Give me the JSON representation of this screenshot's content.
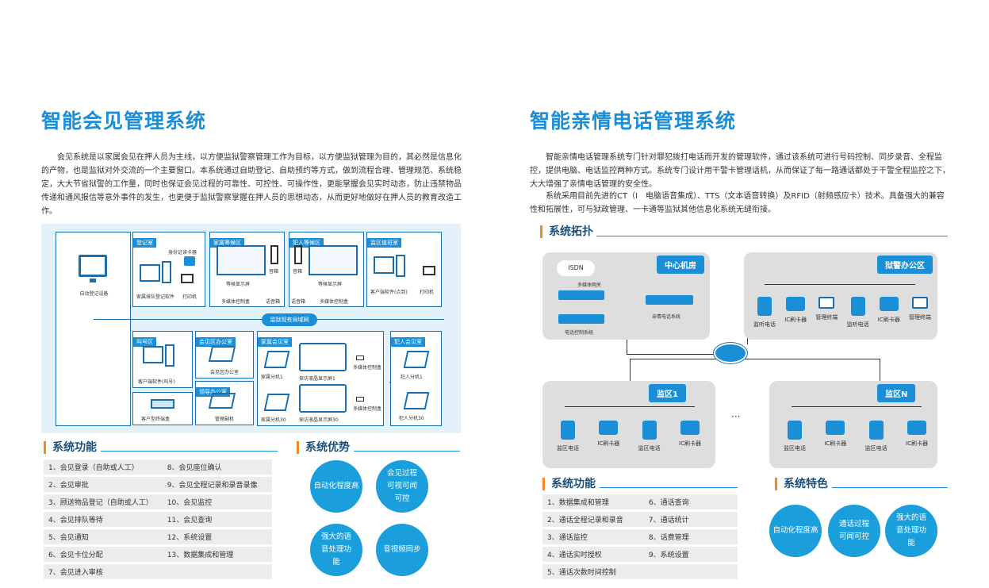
{
  "left": {
    "title": "智能会见管理系统",
    "paragraph": "会见系统是以家属会见在押人员为主线，以方便监狱警察管理工作为目标，以方便监狱管理为目的，其必然是信息化的产物，也是监狱对外交流的一个主要窗口。本系统通过自助登记、自助预约等方式，做到流程合理、管理规范、系统稳定，大大节省狱警的工作量，同时也保证会见过程的可靠性、可控性、可操作性，更能掌握会见实时动态，防止违禁物品传递和通风报信等意外事件的发生，也更便于监狱警察掌握在押人员的思想动态，从而更好地做好在押人员的教育改造工作。",
    "diagram": {
      "self_register": "自动登记设备",
      "reg_room": "登记室",
      "id_reader": "身份证读卡器",
      "queue_soft": "家属排队登记软件",
      "printer": "打印机",
      "family_wait": "家属等候区",
      "wait_screen": "等候显示屏",
      "speaker": "音箱",
      "mm_box": "多媒体控制盒",
      "speech_box": "语音箱",
      "inmate_wait": "犯人等候区",
      "supervise": "监区值班室",
      "client_soft": "客户端软件(点到)",
      "printer2": "打印机",
      "lan": "监狱现有局域网",
      "call_area": "叫号区",
      "client_call": "客户端软件(叫号)",
      "client_box": "客户型终端盒",
      "office": "会见区办公室",
      "office_pc": "会见区办公室",
      "leader_office": "领导办公室",
      "manage_pc": "管理副机",
      "family_meet": "家属会见室",
      "ext1": "家属分机1",
      "screen1": "探访液晶显示屏1",
      "ctrl1": "多媒体控制盒",
      "ext30": "家属分机30",
      "screen30": "探访液晶显示屏30",
      "ctrl30": "多媒体控制盒",
      "inmate_meet": "犯人会见室",
      "inmate1": "犯人分机1",
      "inmate30": "犯人分机30"
    },
    "functions_title": "系统功能",
    "functions": [
      [
        "1、会见登录（自助或人工）",
        "8、会见座位确认"
      ],
      [
        "2、会见审批",
        "9、会见全程记录和录音录像"
      ],
      [
        "3、顾送物品登记（自助或人工）",
        "10、会见监控"
      ],
      [
        "4、会见排队等待",
        "11、会见查询"
      ],
      [
        "5、会见通知",
        "12、系统设置"
      ],
      [
        "6、会见卡位分配",
        "13、数据集成和管理"
      ],
      [
        "7、会见进入审核",
        ""
      ]
    ],
    "advantages_title": "系统优势",
    "advantages": [
      "自动化程度高",
      "会见过程可视可闻可控",
      "强大的语音处理功能",
      "音视频同步"
    ]
  },
  "right": {
    "title": "智能亲情电话管理系统",
    "paragraph1": "智能亲情电话管理系统专门针对罪犯拨打电话而开发的管理软件，通过该系统可进行号码控制、同步录音、全程监控，提供电脑、电话监控两种方式。系统专门设计用干警卡管理话机，从而保证了每一路通话都处于干警全程监控之下，大大增强了亲情电话管理的安全性。",
    "paragraph2": "系统采用目前先进的CT（I　电脑语音集成）、TTS（文本语音转换）及RFID（射频感应卡）技术。具备强大的兼容性和拓展性，可与狱政管理、一卡通等监狱其他信息化系统无缝衔接。",
    "topology_title": "系统拓扑",
    "topology": {
      "center": "中心机房",
      "isdn": "ISDN",
      "gateway": "多媒体网关",
      "control": "电话控制系统",
      "family_sys": "亲情电话系统",
      "guard_office": "狱警办公区",
      "guard_devices": [
        "监听电话",
        "IC刷卡器",
        "管理终端",
        "监听电话",
        "IC刷卡器",
        "管理终端"
      ],
      "zone1": "监区1",
      "zoneN": "监区N",
      "zone_devices": [
        "监区电话",
        "IC刷卡器",
        "监区电话",
        "IC刷卡器"
      ],
      "dots": "···"
    },
    "functions_title": "系统功能",
    "functions": [
      [
        "1、数据集成和管理",
        "6、通话查询"
      ],
      [
        "2、通话全程记录和录音",
        "7、通话统计"
      ],
      [
        "3、通话监控",
        "8、话费管理"
      ],
      [
        "4、通话实时授权",
        "9、系统设置"
      ],
      [
        "5、通话次数时间控制",
        ""
      ]
    ],
    "features_title": "系统特色",
    "features": [
      "自动化程度高",
      "通话过程可闻可控",
      "强大的语音处理功能"
    ]
  },
  "colors": {
    "accent": "#1a8fd8",
    "orange": "#f08a24",
    "circle": "#1a9fdc"
  }
}
